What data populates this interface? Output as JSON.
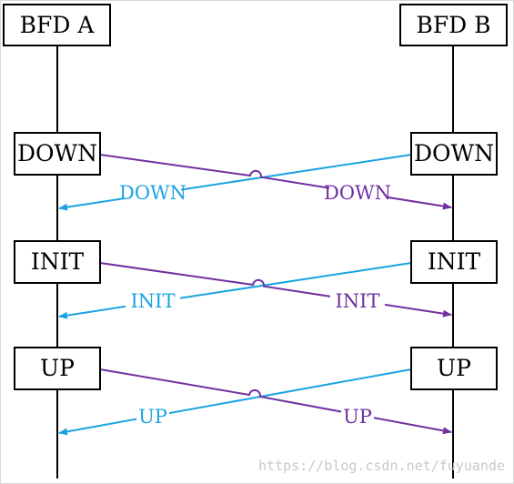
{
  "nodes": {
    "a": {
      "label": "BFD A"
    },
    "b": {
      "label": "BFD B"
    }
  },
  "states": [
    {
      "a_label": "DOWN",
      "b_label": "DOWN",
      "msg_a_to_b": "DOWN",
      "msg_b_to_a": "DOWN"
    },
    {
      "a_label": "INIT",
      "b_label": "INIT",
      "msg_a_to_b": "INIT",
      "msg_b_to_a": "INIT"
    },
    {
      "a_label": "UP",
      "b_label": "UP",
      "msg_a_to_b": "UP",
      "msg_b_to_a": "UP"
    }
  ],
  "colors": {
    "a_to_b": "#7030a0",
    "b_to_a": "#1aa3e0",
    "line": "#000000"
  },
  "watermark": "https://blog.csdn.net/fuyuande"
}
